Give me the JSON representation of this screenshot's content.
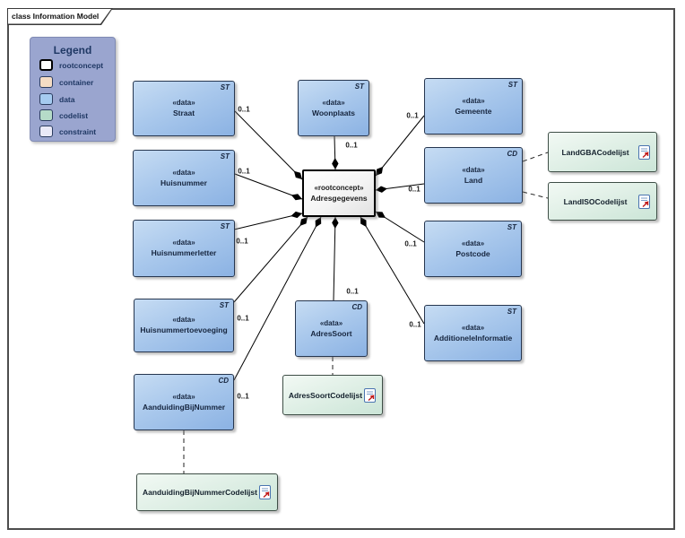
{
  "frame": {
    "label": "class Information Model"
  },
  "legend": {
    "title": "Legend",
    "items": [
      {
        "label": "rootconcept",
        "color": "#ffffff"
      },
      {
        "label": "container",
        "color": "#f4dcc4"
      },
      {
        "label": "data",
        "color": "#a5cbf0"
      },
      {
        "label": "codelist",
        "color": "#b5dbc8"
      },
      {
        "label": "constraint",
        "color": "#e9e9f7"
      }
    ]
  },
  "root": {
    "stereotype": "«rootconcept»",
    "name": "Adresgegevens"
  },
  "nodes": {
    "straat": {
      "tag": "ST",
      "stereotype": "«data»",
      "name": "Straat"
    },
    "huisnummer": {
      "tag": "ST",
      "stereotype": "«data»",
      "name": "Huisnummer"
    },
    "huisnummerletter": {
      "tag": "ST",
      "stereotype": "«data»",
      "name": "Huisnummerletter"
    },
    "huisnummertoevoeging": {
      "tag": "ST",
      "stereotype": "«data»",
      "name": "Huisnummertoevoeging"
    },
    "aanduidingbijnummer": {
      "tag": "CD",
      "stereotype": "«data»",
      "name": "AanduidingBijNummer"
    },
    "woonplaats": {
      "tag": "ST",
      "stereotype": "«data»",
      "name": "Woonplaats"
    },
    "gemeente": {
      "tag": "ST",
      "stereotype": "«data»",
      "name": "Gemeente"
    },
    "land": {
      "tag": "CD",
      "stereotype": "«data»",
      "name": "Land"
    },
    "postcode": {
      "tag": "ST",
      "stereotype": "«data»",
      "name": "Postcode"
    },
    "additioneleinformatie": {
      "tag": "ST",
      "stereotype": "«data»",
      "name": "AdditioneleInformatie"
    },
    "adressoort": {
      "tag": "CD",
      "stereotype": "«data»",
      "name": "AdresSoort"
    }
  },
  "codelists": {
    "landgba": {
      "name": "LandGBACodelijst"
    },
    "landiso": {
      "name": "LandISOCodelijst"
    },
    "adressoort": {
      "name": "AdresSoortCodelijst"
    },
    "aanduidingbijnummer": {
      "name": "AanduidingBijNummerCodelijst"
    }
  },
  "connections": [
    {
      "from": "Straat",
      "to": "Adresgegevens",
      "type": "composition",
      "multiplicity": "0..1"
    },
    {
      "from": "Huisnummer",
      "to": "Adresgegevens",
      "type": "composition",
      "multiplicity": "0..1"
    },
    {
      "from": "Huisnummerletter",
      "to": "Adresgegevens",
      "type": "composition",
      "multiplicity": "0..1"
    },
    {
      "from": "Huisnummertoevoeging",
      "to": "Adresgegevens",
      "type": "composition",
      "multiplicity": "0..1"
    },
    {
      "from": "AanduidingBijNummer",
      "to": "Adresgegevens",
      "type": "composition",
      "multiplicity": "0..1"
    },
    {
      "from": "Woonplaats",
      "to": "Adresgegevens",
      "type": "composition",
      "multiplicity": "0..1"
    },
    {
      "from": "Gemeente",
      "to": "Adresgegevens",
      "type": "composition",
      "multiplicity": "0..1"
    },
    {
      "from": "Land",
      "to": "Adresgegevens",
      "type": "composition",
      "multiplicity": "0..1"
    },
    {
      "from": "Postcode",
      "to": "Adresgegevens",
      "type": "composition",
      "multiplicity": "0..1"
    },
    {
      "from": "AdditioneleInformatie",
      "to": "Adresgegevens",
      "type": "composition",
      "multiplicity": "0..1"
    },
    {
      "from": "AdresSoort",
      "to": "Adresgegevens",
      "type": "composition",
      "multiplicity": "0..1"
    },
    {
      "from": "Land",
      "to": "LandGBACodelijst",
      "type": "dependency"
    },
    {
      "from": "Land",
      "to": "LandISOCodelijst",
      "type": "dependency"
    },
    {
      "from": "AdresSoort",
      "to": "AdresSoortCodelijst",
      "type": "dependency"
    },
    {
      "from": "AanduidingBijNummer",
      "to": "AanduidingBijNummerCodelijst",
      "type": "dependency"
    }
  ],
  "colors": {
    "data_fill_top": "#c6dcf3",
    "data_fill_bottom": "#8bb2e3",
    "data_border": "#26364f",
    "root_fill": "#ffffff",
    "root_border": "#000000",
    "codelist_fill_top": "#f2f9f4",
    "codelist_fill_bottom": "#cbe5d7",
    "codelist_border": "#3e4e46",
    "legend_bg": "#9aa5cf",
    "legend_text": "#1f3864",
    "connector": "#000000"
  }
}
